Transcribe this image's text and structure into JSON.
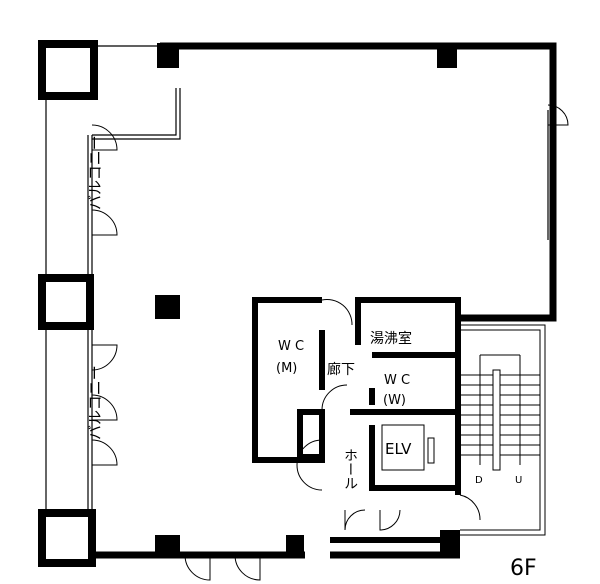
{
  "floor_label": "6F",
  "rooms": {
    "balcony_top": "バルコニー",
    "balcony_bottom": "バルコニー",
    "wc_men_1": "W C",
    "wc_men_2": "(M)",
    "corridor": "廊下",
    "kitchenette": "湯沸室",
    "wc_women_1": "W C",
    "wc_women_2": "(W)",
    "elevator": "ELV",
    "hall": "ホール"
  },
  "stairs": {
    "down": "D",
    "up": "U"
  },
  "colors": {
    "line": "#000000",
    "background": "#ffffff"
  }
}
